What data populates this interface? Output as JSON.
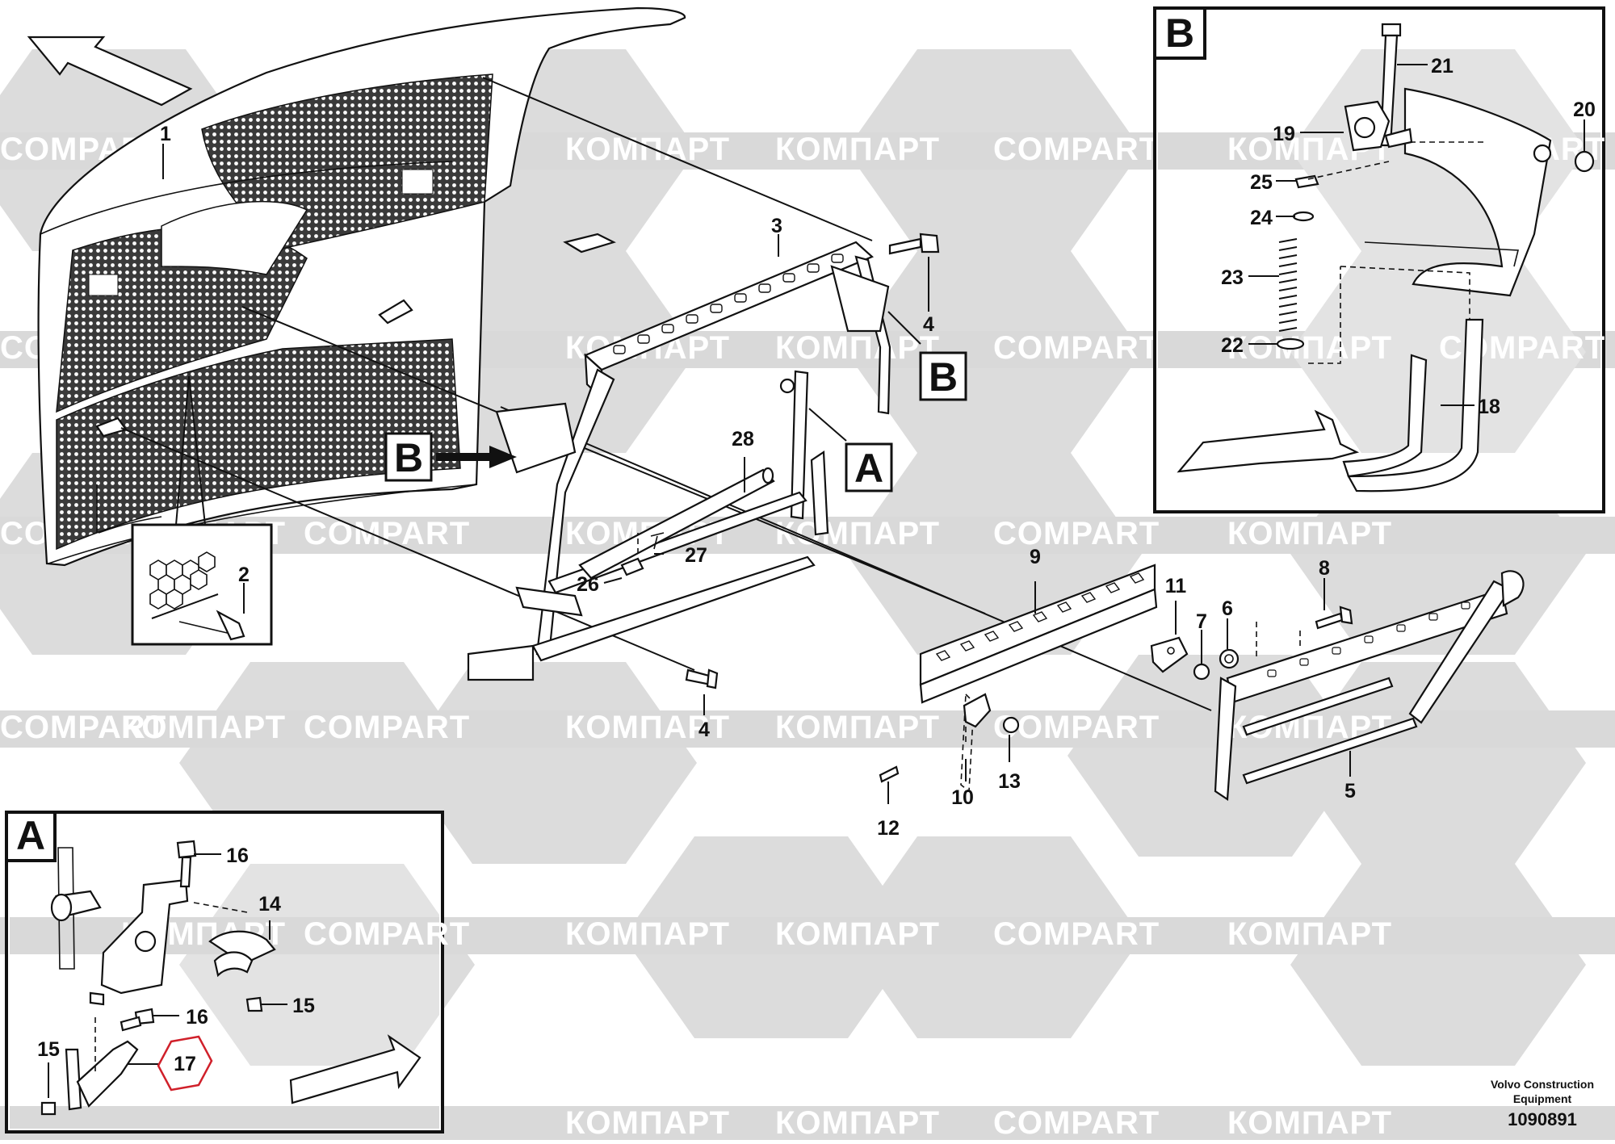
{
  "diagram_number": "1090891",
  "publisher": {
    "line1": "Volvo Construction",
    "line2": "Equipment"
  },
  "watermark": {
    "text_latin": "COMPART",
    "text_cyrillic": "КОМПАРТ",
    "color": "#d9d9d9"
  },
  "detail_boxes": {
    "a": {
      "letter": "A"
    },
    "b": {
      "letter": "B"
    },
    "hex": {
      "label": "2"
    }
  },
  "view_markers": [
    {
      "letter": "B"
    },
    {
      "letter": "B"
    },
    {
      "letter": "A"
    }
  ],
  "callouts": {
    "c1": "1",
    "c2": "2",
    "c3": "3",
    "c4a": "4",
    "c4b": "4",
    "c5": "5",
    "c6": "6",
    "c7": "7",
    "c8": "8",
    "c9": "9",
    "c10": "10",
    "c11": "11",
    "c12": "12",
    "c13": "13",
    "c14": "14",
    "c15a": "15",
    "c15b": "15",
    "c16a": "16",
    "c16b": "16",
    "c17": "17",
    "c18": "18",
    "c19": "19",
    "c20": "20",
    "c21": "21",
    "c22": "22",
    "c23": "23",
    "c24": "24",
    "c25": "25",
    "c26": "26",
    "c27": "27",
    "c28": "28"
  },
  "highlight_color": "#d0202a"
}
